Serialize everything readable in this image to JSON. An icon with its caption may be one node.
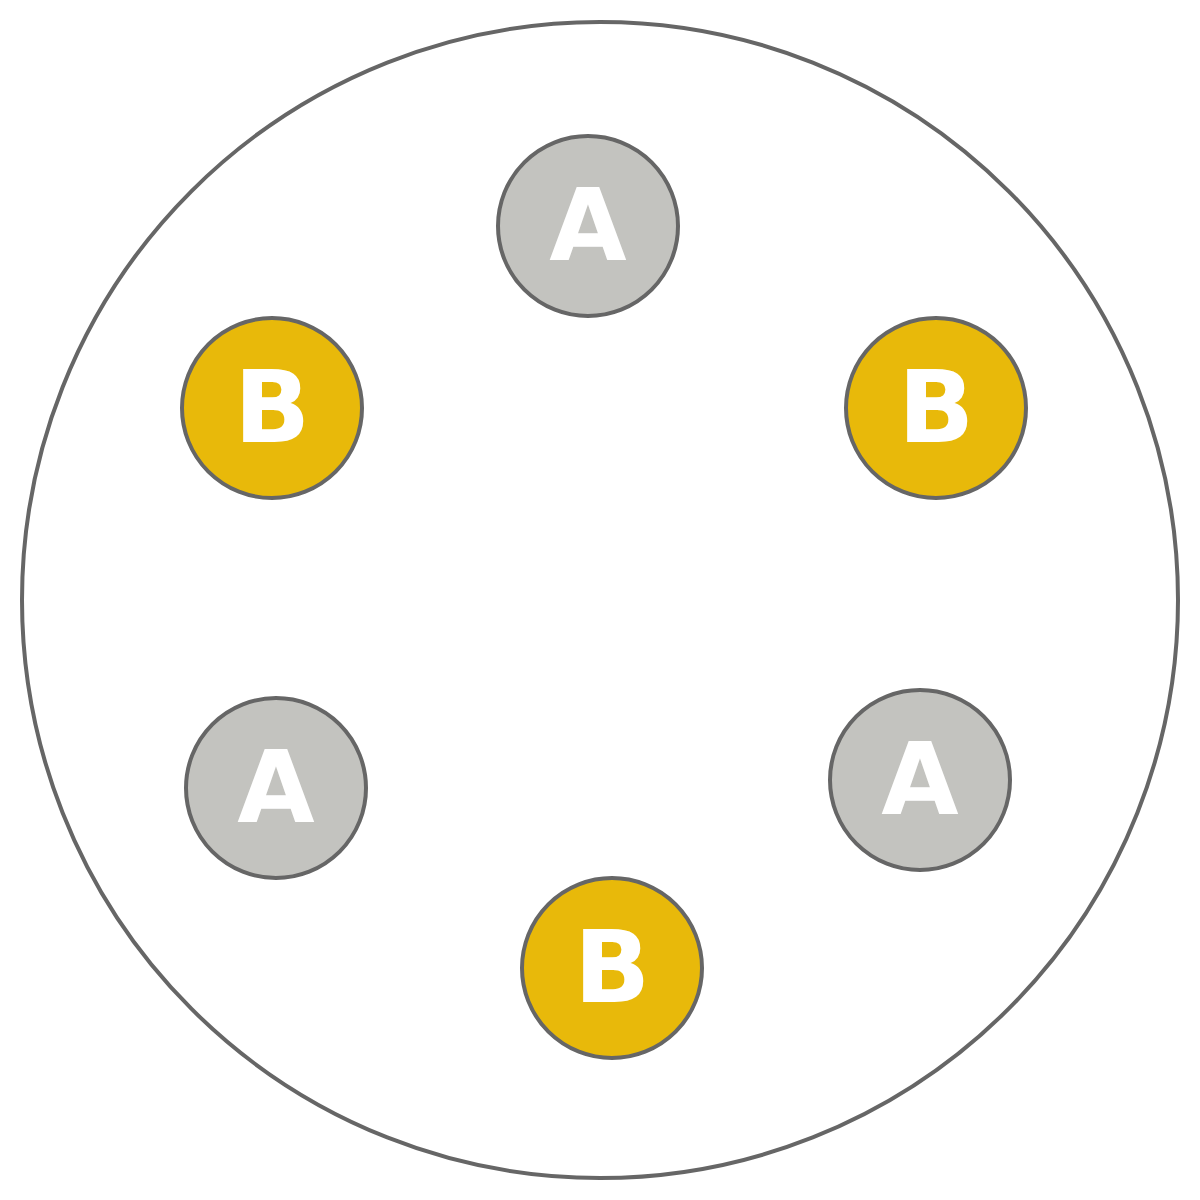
{
  "diagram": {
    "nodes": [
      {
        "text": [],
        "shape": "circle"
      },
      {
        "text": [
          "A"
        ],
        "in": 0
      },
      {
        "text": [
          "B"
        ],
        "in": 0
      },
      {
        "text": [
          "B"
        ],
        "in": 0
      },
      {
        "text": [
          "A"
        ],
        "in": 0
      },
      {
        "text": [
          "A"
        ],
        "in": 0
      },
      {
        "text": [
          "B"
        ],
        "in": 0
      }
    ]
  }
}
